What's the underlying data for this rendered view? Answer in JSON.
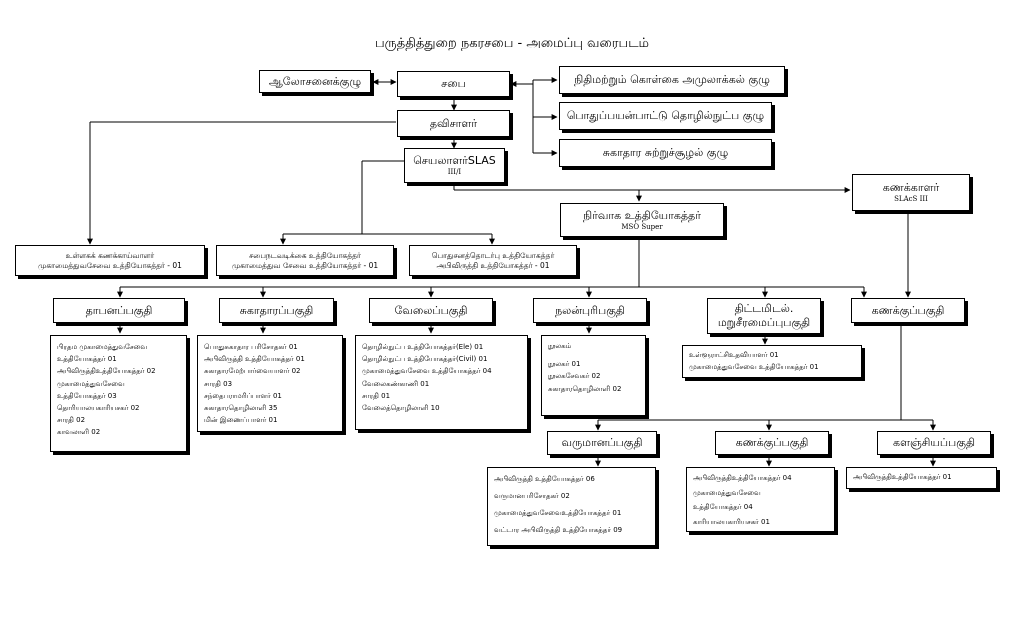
{
  "title": "பருத்தித்துறை நகரசபை - அமைப்பு வரைபடம்",
  "nodes": {
    "advisory": {
      "label": "ஆலோசனைக்குழு"
    },
    "council": {
      "label": "சபை"
    },
    "finance_committee": {
      "label": "நிதிமற்றும் கொள்கை அமுலாக்கல் குழு"
    },
    "public_works_committee": {
      "label": "பொதுப்பயன்பாட்டு தொழில்நுட்ப குழு"
    },
    "health_committee": {
      "label": "சுகாதார சுற்றுச்சூழல் குழு"
    },
    "chairman": {
      "label": "தவிசாளர்"
    },
    "secretary": {
      "label": "செயலாளர்SLAS",
      "sub": "III/I"
    },
    "accountant": {
      "label": "கணக்காளர்",
      "sub": "SLAcS III"
    },
    "admin_officer": {
      "label": "நிர்வாக உத்தியோகத்தர்",
      "sub": "MSO Super"
    },
    "internal_auditor": {
      "label": "உள்ளகக் கணக்காய்வாளர்",
      "sub": "முகாமைத்துவசேவை உத்தியோகத்தர் - 01"
    },
    "council_officer": {
      "label": "சபைநடவடிக்கை உத்தியோகத்தர்",
      "sub": "முகாமைத்துவ சேவை உத்தியோகத்தர் - 01"
    },
    "pr_officer": {
      "label": "பொதுசனத்தொடர்பு உத்தியோகத்தர்",
      "sub": "அபிவிருத்தி உத்தியோகத்தர் - 01"
    },
    "staff_div": {
      "label": "தாபனப்பகுதி"
    },
    "health_div": {
      "label": "சுகாதாரப்பகுதி"
    },
    "works_div": {
      "label": "வேலைப்பகுதி"
    },
    "welfare_div": {
      "label": "நலன்புரிபகுதி"
    },
    "planning_div": {
      "label": "திட்டமிடல்.",
      "label2": "மறுசீரமைப்புபகுதி"
    },
    "accounts_div": {
      "label": "கணக்குப்பகுதி"
    },
    "revenue_div": {
      "label": "வருமானப்பகுதி"
    },
    "accounts_div2": {
      "label": "கணக்குப்பகுதி"
    },
    "stores_div": {
      "label": "களஞ்சியப்பகுதி"
    }
  },
  "lists": {
    "staff": [
      "பிரதம முகாமைத்துவசேவை",
      "உத்தியோகத்தர் 01",
      "அபிவிருத்திஉத்தியோகத்தர் 02",
      "முகாமைத்துவசேவை",
      "உத்தியோகத்தர் 03",
      "தொரியாலயகாரியசகர் 02",
      "சாரதி 02",
      "காவலாளி 02"
    ],
    "health": [
      "பொதுசுகாதார பரிசோதகர் 01",
      "அபிவிருத்தி உத்தியோகத்தர் 01",
      "சுகாதாரமேற்பார்வையாளர் 02",
      "சாரதி 03",
      "சந்தைபராமரிப்பாளர் 01",
      "சுகாதாரதொழிலாளி 35",
      "மின் இணைப்பாளர் 01"
    ],
    "works": [
      "தொழில்நுட்ப உத்தியோகத்தர்(Ele) 01",
      "தொழில்நுட்ப உத்தியோகத்தர்(Civil) 01",
      "முகாமைத்துவசேவை உத்தியோகத்தர் 04",
      "வேலைகண்காணி 01",
      "சாரதி 01",
      "வேலைத்தொழிலாளி 10"
    ],
    "welfare": [
      "நூலகம்",
      "நூலகர் 01",
      "நூலகசேவகர் 02",
      "சுகாதாரதொழிலாளி 02"
    ],
    "planning": [
      "உள்ளூராட்சிஉதவியாளர் 01",
      "முகாமைத்துவசேவை உத்தியோகத்தர் 01"
    ],
    "revenue": [
      "அபிவிருத்தி உத்தியோகத்தர் 06",
      "வருமானபரிசோதகர் 02",
      "முகாமைத்துவசேவைஉத்தியோகத்தர் 01",
      "வட்டார அபிவிருத்தி உத்தியோகத்தர் 09"
    ],
    "accounts2": [
      "அபிவிருத்திஉத்தியோகத்தர் 04",
      "முகாமைத்துவசேவை",
      "உத்தியோகத்தர் 04",
      "காரியாலயகாரியசகர் 01"
    ],
    "stores": [
      "அபிவிருத்திஉத்தியோகத்தர் 01"
    ]
  }
}
